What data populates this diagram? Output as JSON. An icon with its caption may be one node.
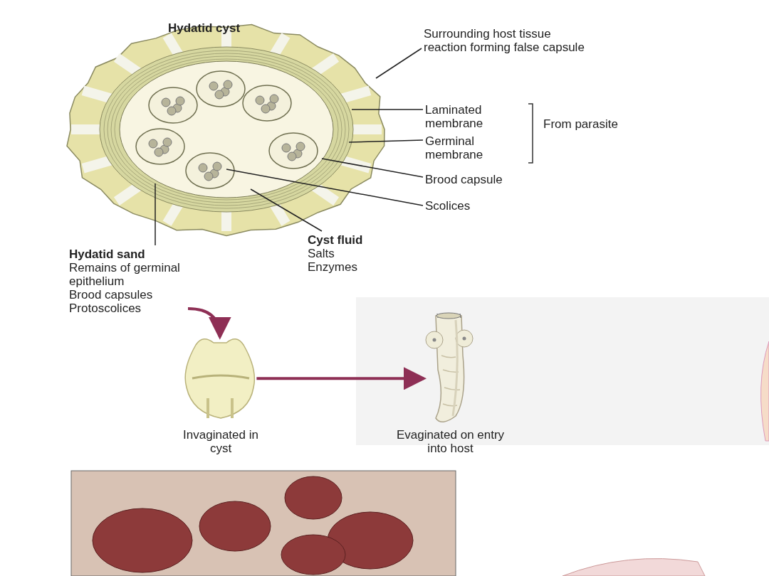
{
  "diagram": {
    "title": "Hydatid cyst",
    "nodes": [
      {
        "text": [
          "Surrounding host tissue reaction forming false capsule"
        ]
      },
      {
        "text": [
          "Laminated membrane"
        ]
      },
      {
        "text": [
          "Germinal membrane"
        ]
      },
      {
        "text": [
          "Brood capsule"
        ]
      },
      {
        "text": [
          "Scolices"
        ]
      },
      {
        "text": [
          "Cyst fluid",
          "Salts",
          "Enzymes"
        ]
      },
      {
        "text": [
          "Hydatid sand",
          "Remains of germinal epithelium",
          "Brood capsules",
          "Protoscolices"
        ]
      },
      {
        "text": [],
        "shape": "picture",
        "beside": [
          "Invaginated in cyst"
        ]
      },
      {
        "text": [],
        "shape": "picture",
        "beside": [
          "Evaginated on entry into host"
        ]
      }
    ],
    "edges": [
      {
        "from": 0,
        "to": null,
        "arrow": "none"
      },
      {
        "from": 1,
        "to": null,
        "arrow": "none"
      },
      {
        "from": 2,
        "to": null,
        "arrow": "none"
      },
      {
        "from": 3,
        "to": null,
        "arrow": "none"
      },
      {
        "from": 4,
        "to": null,
        "arrow": "none"
      },
      {
        "from": 5,
        "to": null,
        "arrow": "none"
      },
      {
        "from": 6,
        "to": null,
        "arrow": "none"
      },
      {
        "from": 6,
        "to": 7,
        "arrow": "to",
        "style": "thick",
        "color": "#8e2f55"
      },
      {
        "from": 7,
        "to": 8,
        "arrow": "to",
        "style": "thick",
        "color": "#8e2f55"
      }
    ],
    "labels": [
      "From parasite"
    ]
  }
}
